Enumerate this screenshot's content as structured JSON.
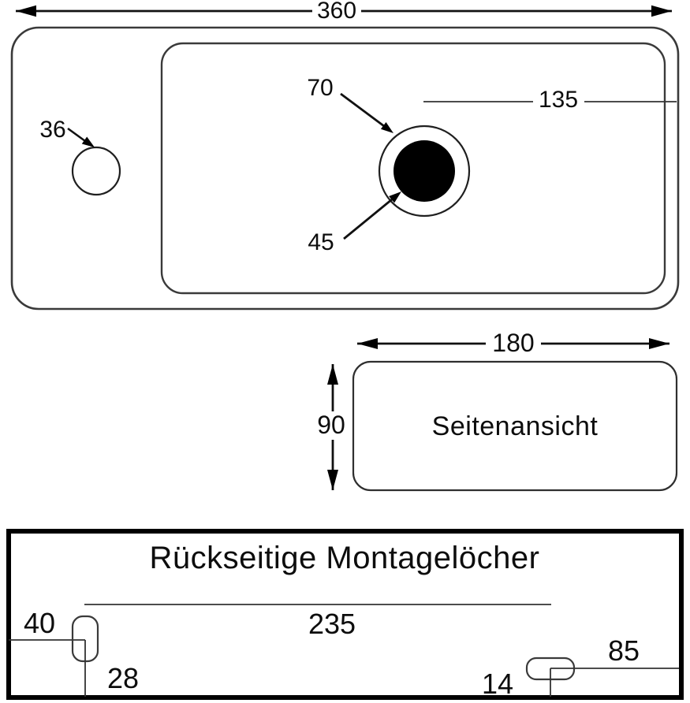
{
  "colors": {
    "line": "#2a2a2a",
    "thin_line": "#333333",
    "arrow_fill": "#000000",
    "panel_border": "#000000",
    "background": "#ffffff"
  },
  "top_view": {
    "overall_width_label": "360",
    "tap_hole_diameter_label": "36",
    "drain_outer_diameter_label": "70",
    "drain_inner_diameter_label": "45",
    "drain_to_edge_label": "135"
  },
  "side_view": {
    "name_label": "Seitenansicht",
    "width_label": "180",
    "height_label": "90"
  },
  "mounting_panel": {
    "title": "Rückseitige Montagelöcher",
    "hole_spacing_label": "235",
    "left_edge_offset_label": "40",
    "left_bottom_offset_label": "28",
    "right_edge_offset_label": "85",
    "right_bottom_offset_label": "14"
  }
}
